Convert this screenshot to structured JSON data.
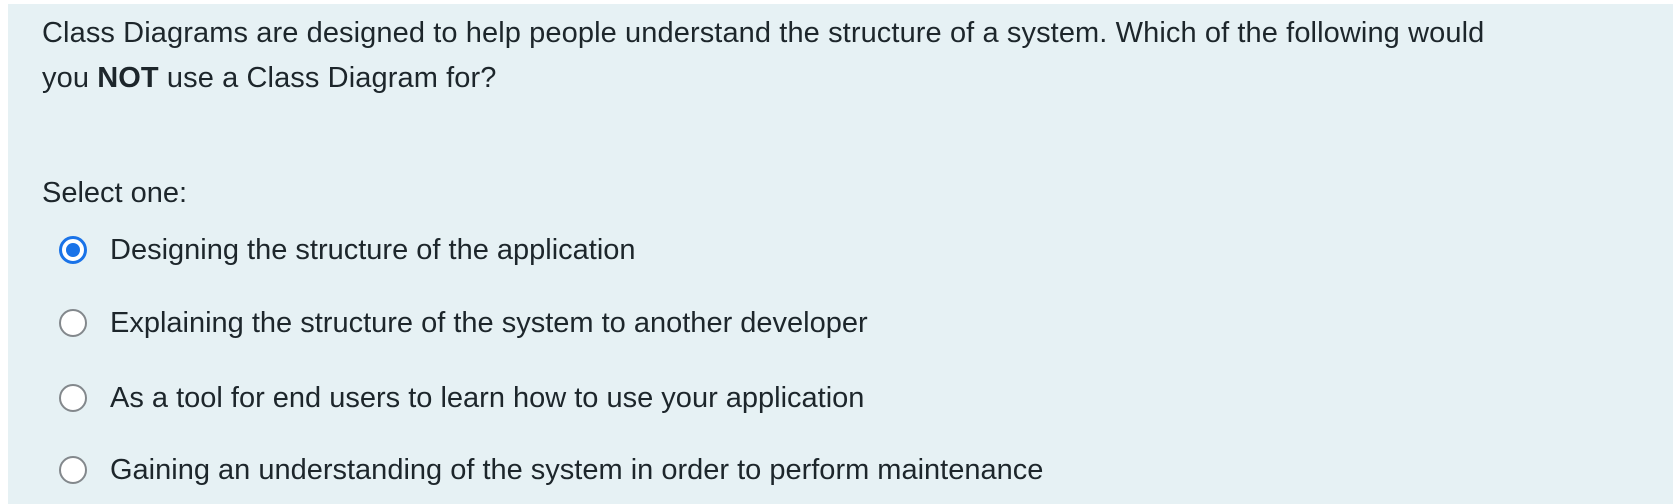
{
  "question": {
    "line1": "Class Diagrams are designed to help people understand the structure of a system. Which of the following would",
    "line2_pre": "you ",
    "line2_bold": "NOT",
    "line2_post": " use a Class Diagram for?",
    "prompt": "Select one:"
  },
  "options": {
    "selected_index": 0,
    "items": [
      {
        "label": "Designing the structure of the application",
        "selected": true
      },
      {
        "label": "Explaining the structure of the system to another developer",
        "selected": false
      },
      {
        "label": "As a tool for end users to learn how to use your application",
        "selected": false
      },
      {
        "label": "Gaining an understanding of the system in order to perform maintenance",
        "selected": false
      }
    ]
  },
  "colors": {
    "panel_background": "#e6f1f4",
    "text": "#1d262b",
    "radio_selected": "#1a73e8",
    "radio_border": "#83888c"
  }
}
